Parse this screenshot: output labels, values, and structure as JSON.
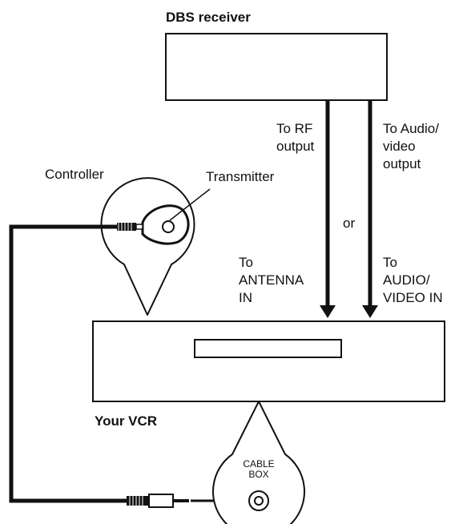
{
  "labels": {
    "dbs_receiver": "DBS receiver",
    "to_rf_output": "To RF\noutput",
    "to_av_output": "To Audio/\nvideo\noutput",
    "or": "or",
    "to_antenna_in": "To\nANTENNA\nIN",
    "to_av_in": "To\nAUDIO/\nVIDEO IN",
    "controller": "Controller",
    "transmitter": "Transmitter",
    "your_vcr": "Your VCR",
    "cable_box": "CABLE\nBOX"
  },
  "colors": {
    "stroke": "#111111",
    "background": "#ffffff"
  }
}
